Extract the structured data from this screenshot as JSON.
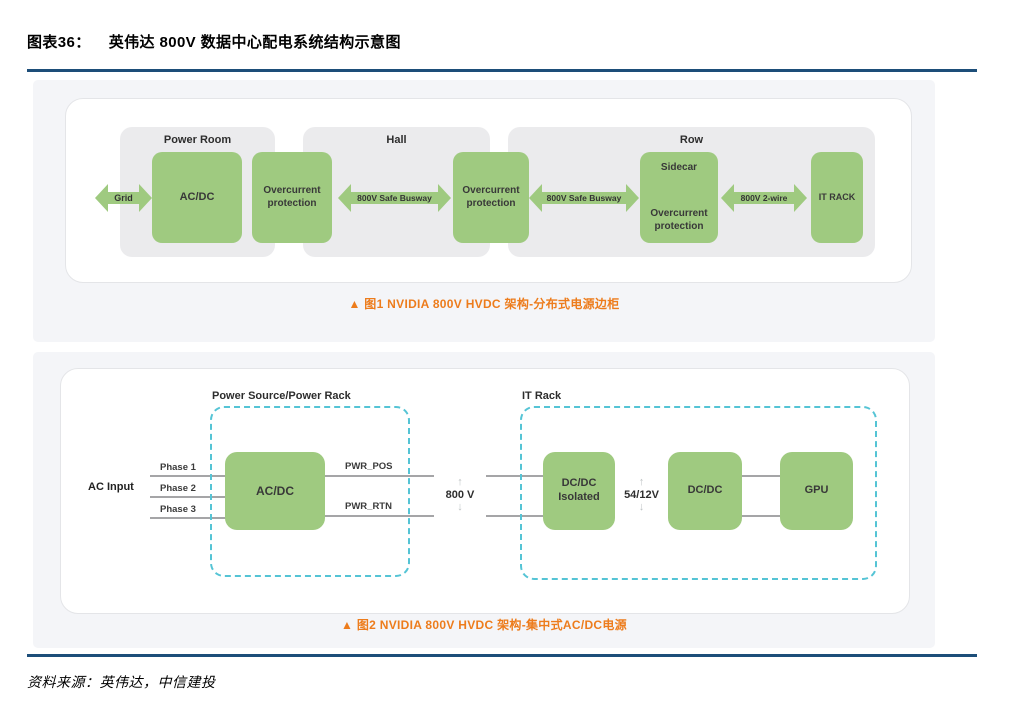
{
  "title": {
    "prefix": "图表36：",
    "text": "英伟达 800V 数据中心配电系统结构示意图"
  },
  "figure1": {
    "caption": "▲ 图1  NVIDIA 800V HVDC 架构-分布式电源边柜",
    "groups": {
      "power_room": "Power Room",
      "hall": "Hall",
      "row": "Row"
    },
    "nodes": {
      "acdc": "AC/DC",
      "ocp1": "Overcurrent protection",
      "ocp2": "Overcurrent protection",
      "sidecar": {
        "line1": "Sidecar",
        "line2": "Overcurrent protection"
      },
      "it_rack": "IT RACK"
    },
    "arrows": {
      "grid": "Grid",
      "busway1": "800V Safe Busway",
      "busway2": "800V Safe Busway",
      "two_wire": "800V 2-wire"
    }
  },
  "figure2": {
    "caption": "▲ 图2  NVIDIA 800V HVDC 架构-集中式AC/DC电源",
    "groups": {
      "power_rack": "Power Source/Power Rack",
      "it_rack": "IT Rack"
    },
    "io": {
      "ac_input": "AC Input",
      "phase1": "Phase 1",
      "phase2": "Phase 2",
      "phase3": "Phase 3",
      "pwr_pos": "PWR_POS",
      "pwr_rtn": "PWR_RTN"
    },
    "mid": {
      "v800": "800 V",
      "v5412": "54/12V"
    },
    "nodes": {
      "acdc": "AC/DC",
      "dcdc_iso": {
        "line1": "DC/DC",
        "line2": "Isolated"
      },
      "dcdc": "DC/DC",
      "gpu": "GPU"
    }
  },
  "icons": {
    "up_arrow": "↑",
    "down_arrow": "↓"
  },
  "footer": {
    "source": "资料来源：英伟达，中信建投"
  },
  "colors": {
    "blue": "#1d4e79",
    "orange": "#ed7c1c",
    "green": "#9fca80",
    "teal": "#55c4d5",
    "panel": "#f4f5f8",
    "groupgray": "#ebebed",
    "line": "#a5a5a7",
    "minigray": "#bfc3c5",
    "textdark": "#383838"
  }
}
